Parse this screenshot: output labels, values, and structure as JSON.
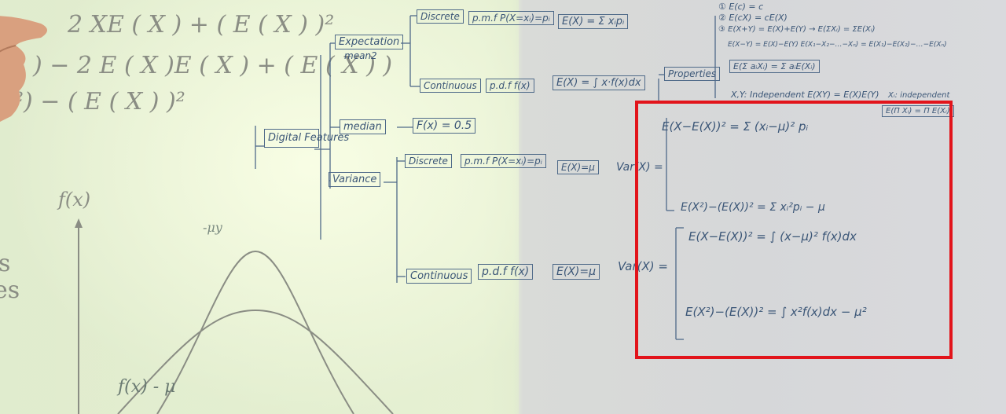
{
  "projection": {
    "eq1": "2 XE ( X ) + ( E ( X ) )²",
    "eq2": ") − 2 E ( X )E ( X ) + ( E ( X ) )",
    "eq3": "²) − ( E ( X ) )²",
    "fx_label": "f(x)",
    "left_s1": "s",
    "left_s2": "es",
    "bottom_scribble": "f(x) - μ",
    "curve_note": "-μy"
  },
  "board": {
    "digital_features": "Digital Features",
    "expectation": "Expectation",
    "mean": "mean2",
    "median": "median",
    "median_eq": "F(x) = 0.5",
    "variance": "Variance",
    "exp_discrete": "Discrete",
    "exp_discrete_pmf": "p.m.f  P(X=xᵢ)=pᵢ",
    "exp_discrete_e": "E(X) = Σ xᵢpᵢ",
    "exp_continuous": "Continuous",
    "exp_continuous_pdf": "p.d.f  f(x)",
    "exp_continuous_e": "E(X) = ∫ x·f(x)dx",
    "properties": "Properties",
    "prop1": "① E(c) = c",
    "prop2": "② E(cX) = cE(X)",
    "prop3": "③ E(X+Y) = E(X)+E(Y) → E(ΣXᵢ) = ΣE(Xᵢ)",
    "prop3b": "E(X−Y) = E(X)−E(Y)   E(X₁−X₂−…−Xₙ) = E(X₁)−E(X₂)−…−E(Xₙ)",
    "prop4": "E(Σ aᵢXᵢ) = Σ aᵢE(Xᵢ)",
    "prop5": "X,Y: Independent   E(XY) = E(X)E(Y)",
    "prop5b": "Xᵢ: independent",
    "prop5c": "E(Π Xᵢ) = Π E(Xᵢ)",
    "var_discrete": "Discrete",
    "var_discrete_pmf": "p.m.f  P(X=xᵢ)=pᵢ",
    "var_discrete_e": "E(X)=μ",
    "var_discrete_var": "Var(X) =",
    "var_discrete_f1": "E(X−E(X))² = Σ (xᵢ−μ)² pᵢ",
    "var_discrete_f2": "E(X²)−(E(X))² = Σ xᵢ²pᵢ − μ",
    "var_continuous": "Continuous",
    "var_continuous_pdf": "p.d.f  f(x)",
    "var_continuous_e": "E(X)=μ",
    "var_continuous_var": "Var(X) =",
    "var_continuous_f1": "E(X−E(X))² = ∫ (x−μ)² f(x)dx",
    "var_continuous_f2": "E(X²)−(E(X))² = ∫ x²f(x)dx − μ²"
  },
  "colors": {
    "highlight": "#e2141b",
    "marker": "#3b5677"
  }
}
